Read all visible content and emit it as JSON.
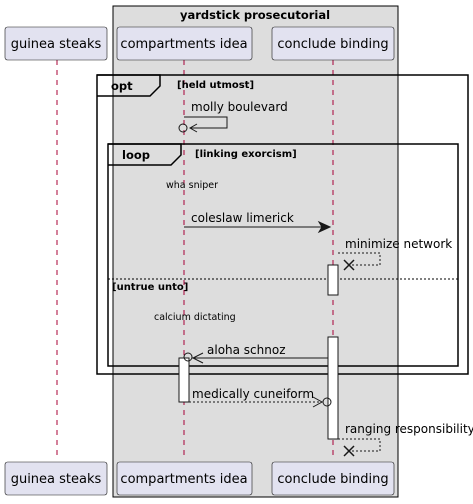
{
  "group": {
    "title": "yardstick prosecutorial"
  },
  "participants": {
    "p1": "guinea steaks",
    "p2": "compartments idea",
    "p3": "conclude binding"
  },
  "fragments": {
    "opt": {
      "keyword": "opt",
      "condition": "[held utmost]"
    },
    "loop": {
      "keyword": "loop",
      "condition": "[linking exorcism]"
    },
    "else_condition": "[untrue unto]"
  },
  "messages": {
    "m1": "molly boulevard",
    "m2": "coleslaw limerick",
    "m3": "minimize network",
    "m4": "aloha schnoz",
    "m5": "medically cuneiform",
    "m6": "ranging responsibility"
  },
  "dividers": {
    "d1": "wha sniper",
    "d2": "calcium dictating"
  },
  "colors": {
    "participant_fill": "#e2e2f0",
    "participant_border": "#181818",
    "group_fill": "#dddddd",
    "lifeline": "#a80036"
  }
}
